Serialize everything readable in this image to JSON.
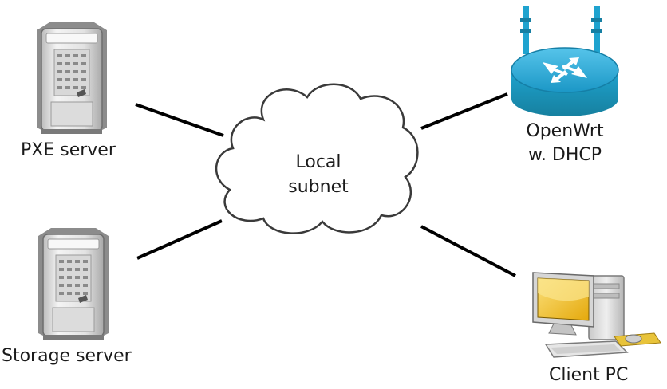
{
  "nodes": {
    "pxe_server": {
      "label": "PXE server",
      "icon": "server-tower-icon"
    },
    "storage_server": {
      "label": "Storage server",
      "icon": "server-tower-icon"
    },
    "router": {
      "label_line1": "OpenWrt",
      "label_line2": "w. DHCP",
      "icon": "router-icon",
      "color": "#1fa3cf"
    },
    "subnet": {
      "label_line1": "Local",
      "label_line2": "subnet",
      "icon": "cloud-icon"
    },
    "client_pc": {
      "label": "Client PC",
      "icon": "desktop-computer-icon",
      "screen_color": "#f2c31b"
    }
  },
  "colors": {
    "link": "#000000",
    "server_body": "#e4e4e4",
    "router_blue": "#1fa3cf"
  }
}
